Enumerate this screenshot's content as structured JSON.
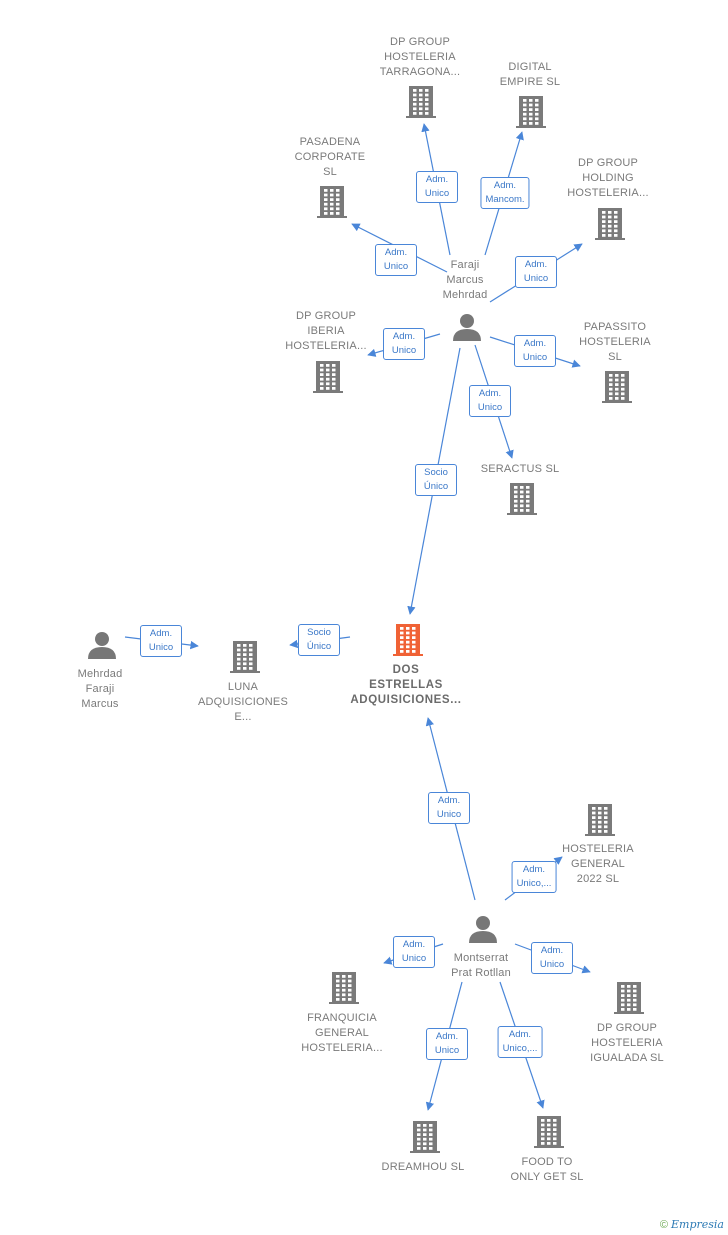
{
  "colors": {
    "edge": "#4a86d8",
    "company_icon": "#7a7a7a",
    "company_icon_main": "#f06235",
    "person_icon": "#777777"
  },
  "nodes": [
    {
      "id": "dp_tarragona",
      "type": "company",
      "label": "DP GROUP\nHOSTELERIA\nTARRAGONA..."
    },
    {
      "id": "digital_empire",
      "type": "company",
      "label": "DIGITAL\nEMPIRE  SL"
    },
    {
      "id": "dp_holding",
      "type": "company",
      "label": "DP GROUP\nHOLDING\nHOSTELERIA..."
    },
    {
      "id": "pasadena",
      "type": "company",
      "label": "PASADENA\nCORPORATE\nSL"
    },
    {
      "id": "faraji",
      "type": "person",
      "label": "Faraji\nMarcus\nMehrdad"
    },
    {
      "id": "dp_iberia",
      "type": "company",
      "label": "DP GROUP\nIBERIA\nHOSTELERIA..."
    },
    {
      "id": "papassito",
      "type": "company",
      "label": "PAPASSITO\nHOSTELERIA\nSL"
    },
    {
      "id": "seractus",
      "type": "company",
      "label": "SERACTUS SL"
    },
    {
      "id": "dos_estrellas",
      "type": "company_main",
      "label": "DOS\nESTRELLAS\nADQUISICIONES..."
    },
    {
      "id": "luna",
      "type": "company",
      "label": "LUNA\nADQUISICIONES\nE..."
    },
    {
      "id": "mehrdad",
      "type": "person",
      "label": "Mehrdad\nFaraji\nMarcus"
    },
    {
      "id": "hosteleria_2022",
      "type": "company",
      "label": "HOSTELERIA\nGENERAL\n2022  SL"
    },
    {
      "id": "montserrat",
      "type": "person",
      "label": "Montserrat\nPrat Rotllan"
    },
    {
      "id": "franquicia",
      "type": "company",
      "label": "FRANQUICIA\nGENERAL\nHOSTELERIA..."
    },
    {
      "id": "dp_igualada",
      "type": "company",
      "label": "DP GROUP\nHOSTELERIA\nIGUALADA  SL"
    },
    {
      "id": "dreamhou",
      "type": "company",
      "label": "DREAMHOU  SL"
    },
    {
      "id": "food_to",
      "type": "company",
      "label": "FOOD TO\nONLY GET  SL"
    }
  ],
  "edges": [
    {
      "label": "Adm.\nUnico"
    },
    {
      "label": "Adm.\nMancom."
    },
    {
      "label": "Adm.\nUnico"
    },
    {
      "label": "Adm.\nUnico"
    },
    {
      "label": "Adm.\nUnico"
    },
    {
      "label": "Adm.\nUnico"
    },
    {
      "label": "Adm.\nUnico"
    },
    {
      "label": "Socio\nÚnico"
    },
    {
      "label": "Socio\nÚnico"
    },
    {
      "label": "Adm.\nUnico"
    },
    {
      "label": "Adm.\nUnico"
    },
    {
      "label": "Adm.\nUnico,..."
    },
    {
      "label": "Adm.\nUnico"
    },
    {
      "label": "Adm.\nUnico"
    },
    {
      "label": "Adm.\nUnico"
    },
    {
      "label": "Adm.\nUnico,..."
    }
  ],
  "footer": {
    "copyright": "©",
    "brand": "Empresia"
  }
}
